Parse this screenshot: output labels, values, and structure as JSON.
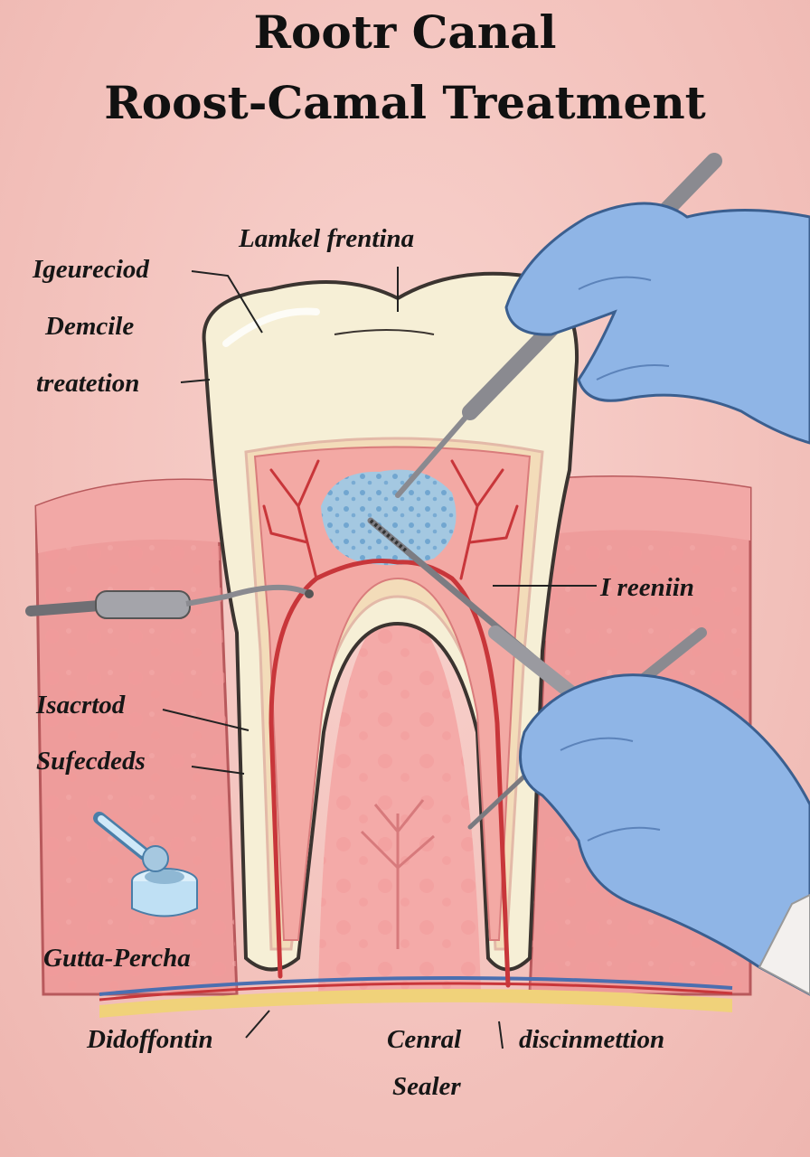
{
  "title_line1": "Rootr Canal",
  "title_line2": "Roost-Camal Treatment",
  "labels": {
    "lamkel_frentina": "Lamkel frentina",
    "igeureciod": "Igeureciod",
    "demcile": "Demcile",
    "treatetion": "treatetion",
    "ireeniin": "I reeniin",
    "isacrtod": "Isacrtod",
    "sufecdeds": "Sufecdeds",
    "gutta_percha": "Gutta-Percha",
    "didoffontin": "Didoffontin",
    "cenral": "Cenral",
    "sealer": "Sealer",
    "discinmettion": "discinmettion"
  },
  "colors": {
    "background": "#f4c6c0",
    "gum": "#ef9a99",
    "enamel": "#f6efd6",
    "pulp": "#f3a9a4",
    "nerve": "#c8363a",
    "infection": "#8fc3e3",
    "glove": "#8fb5e6",
    "instrument": "#9a9aa0"
  }
}
